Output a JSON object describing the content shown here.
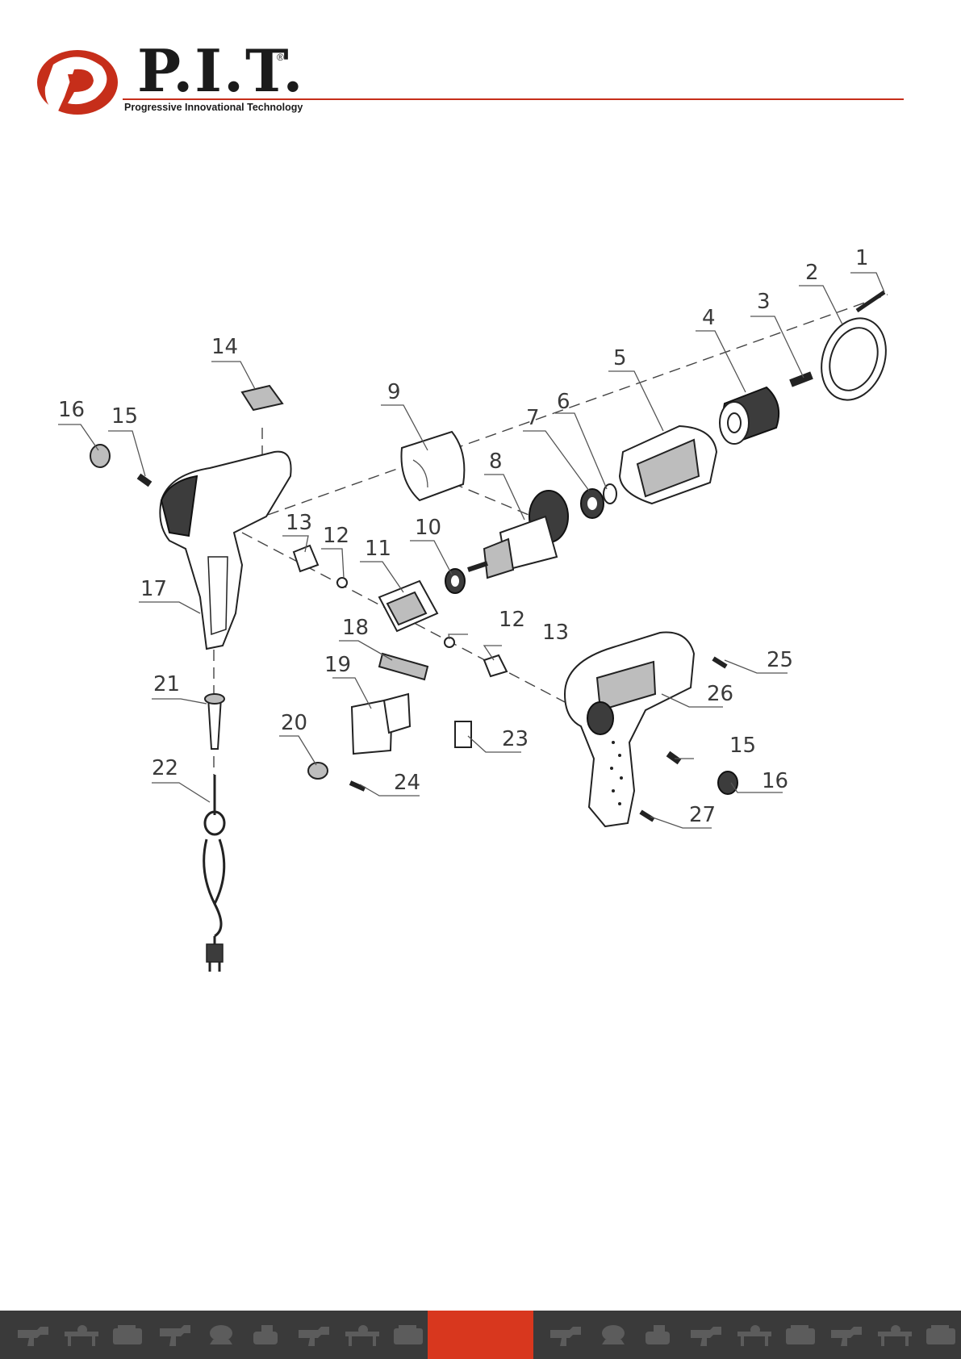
{
  "brand": {
    "name": "P.I.T.",
    "registered_mark": "®",
    "tagline": "Progressive Innovational Technology",
    "accent_color": "#c62e1a"
  },
  "callouts": [
    "1",
    "2",
    "3",
    "4",
    "5",
    "6",
    "7",
    "8",
    "9",
    "10",
    "11",
    "12",
    "12",
    "13",
    "13",
    "14",
    "15",
    "15",
    "16",
    "16",
    "17",
    "18",
    "19",
    "20",
    "21",
    "22",
    "23",
    "24",
    "25",
    "26",
    "27"
  ],
  "footer": {
    "background_color": "#3a3a3a",
    "accent_color": "#d8371e",
    "icons": [
      "drill-icon",
      "table-saw-icon",
      "generator-icon",
      "hammer-drill-icon",
      "concrete-mixer-icon",
      "compressor-icon",
      "drill-icon",
      "table-saw-icon",
      "generator-icon",
      "drill-icon",
      "concrete-mixer-icon",
      "compressor-icon",
      "drill-icon",
      "table-saw-icon",
      "generator-icon",
      "drill-icon",
      "table-saw-icon",
      "generator-icon",
      "hammer-drill-icon",
      "concrete-mixer-icon"
    ]
  }
}
